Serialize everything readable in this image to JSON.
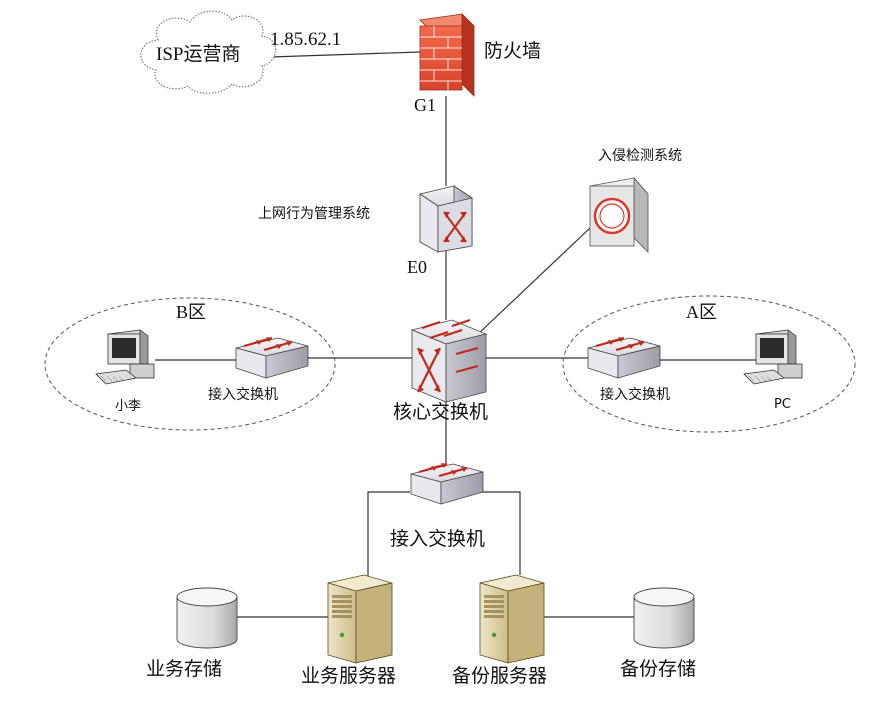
{
  "labels": {
    "isp": "ISP运营商",
    "ip": "1.85.62.1",
    "firewall": "防火墙",
    "g1": "G1",
    "behavior": "上网行为管理系统",
    "e0": "E0",
    "ids": "入侵检测系统",
    "zone_b": "B区",
    "zone_a": "A区",
    "core": "核心交换机",
    "access_b": "接入交换机",
    "access_a": "接入交换机",
    "access_bottom": "接入交换机",
    "user_b": "小李",
    "user_a": "PC",
    "biz_storage": "业务存储",
    "biz_server": "业务服务器",
    "bak_server": "备份服务器",
    "bak_storage": "备份存储"
  },
  "colors": {
    "red_device": "#e0503a",
    "device_face": "#ececf0",
    "server_body": "#d8cba0",
    "line": "#333333"
  }
}
